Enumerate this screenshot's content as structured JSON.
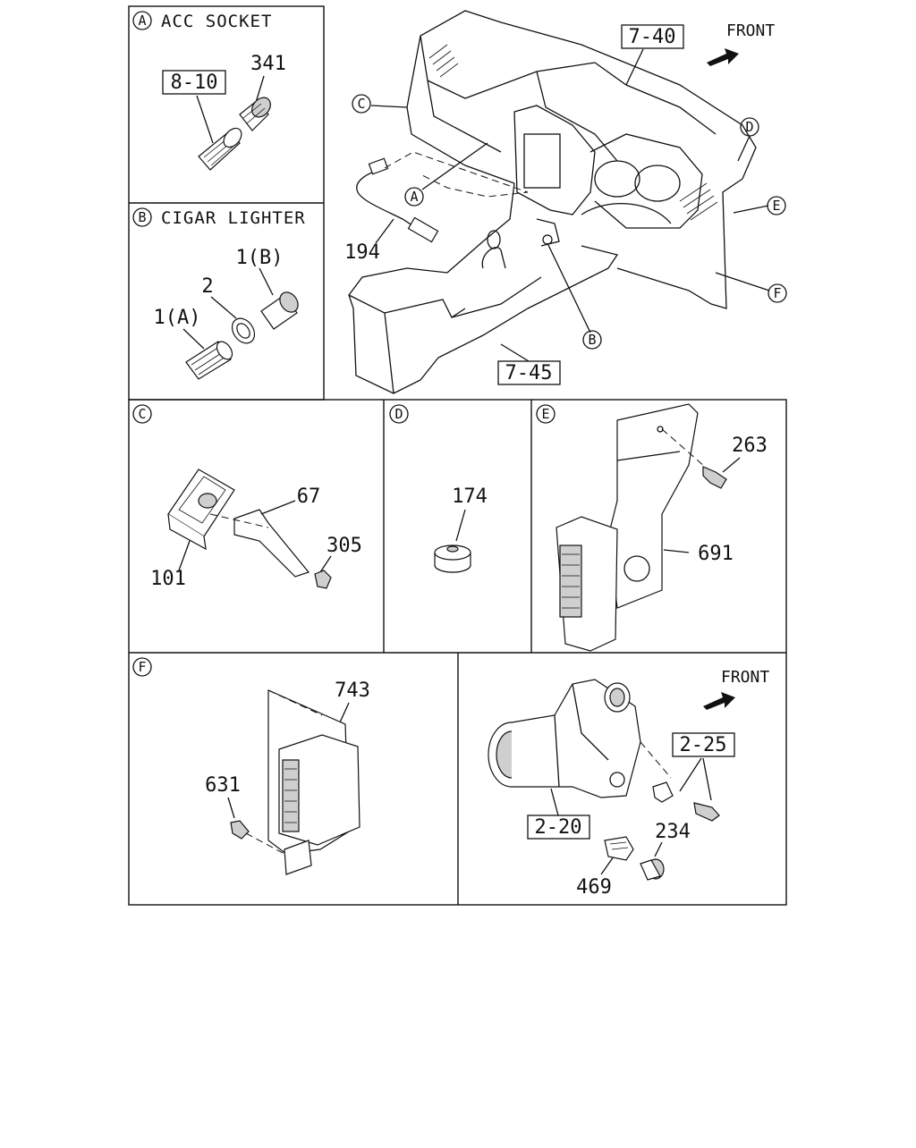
{
  "panels": {
    "A": {
      "letter": "A",
      "title": "ACC SOCKET",
      "parts": [
        "8-10",
        "341"
      ]
    },
    "B": {
      "letter": "B",
      "title": "CIGAR LIGHTER",
      "parts": [
        "1(B)",
        "2",
        "1(A)"
      ]
    },
    "main": {
      "refs": [
        "7-40",
        "7-45"
      ],
      "parts": [
        "194"
      ],
      "front_label": "FRONT",
      "callouts": [
        "A",
        "B",
        "C",
        "D",
        "E",
        "F"
      ]
    },
    "C": {
      "letter": "C",
      "parts": [
        "67",
        "305",
        "101"
      ]
    },
    "D": {
      "letter": "D",
      "parts": [
        "174"
      ]
    },
    "E": {
      "letter": "E",
      "parts": [
        "263",
        "691"
      ]
    },
    "F": {
      "letter": "F",
      "parts": [
        "743",
        "631"
      ]
    },
    "G": {
      "front_label": "FRONT",
      "refs": [
        "2-25",
        "2-20"
      ],
      "parts": [
        "234",
        "469"
      ]
    }
  }
}
